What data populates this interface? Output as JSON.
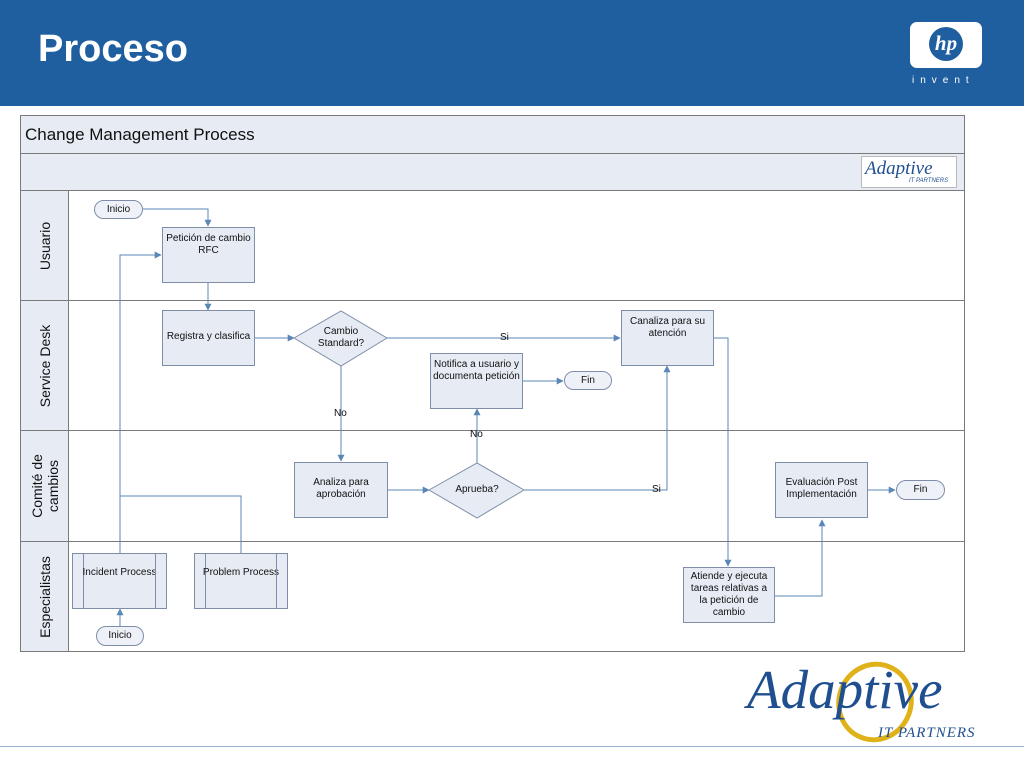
{
  "header": {
    "title": "Proceso"
  },
  "hp_logo": {
    "mark": "hp",
    "tagline": "invent"
  },
  "diagram": {
    "process_title": "Change Management Process",
    "small_logo": {
      "name": "Adaptive",
      "sub": "IT PARTNERS"
    },
    "lanes": [
      "Usuario",
      "Service Desk",
      "Comité de cambios",
      "Especialistas"
    ],
    "nodes": {
      "inicio_usuario": "Inicio",
      "peticion": "Petición de cambio RFC",
      "registra": "Registra y clasifica",
      "cambio_standard": "Cambio Standard?",
      "canaliza": "Canaliza para su atención",
      "notifica": "Notifica a usuario y documenta petición",
      "fin_service": "Fin",
      "analiza": "Analiza para aprobación",
      "aprueba": "Aprueba?",
      "evaluacion": "Evaluación Post Implementación",
      "fin_comite": "Fin",
      "incident": "Incident Process",
      "problem": "Problem Process",
      "inicio_especialistas": "Inicio",
      "atiende": "Atiende y ejecuta tareas relativas a la petición de cambio"
    },
    "edge_labels": {
      "si_1": "Si",
      "no_1": "No",
      "no_2": "No",
      "si_2": "Si"
    }
  },
  "footer_logo": {
    "name": "Adaptive",
    "sub": "IT PARTNERS"
  },
  "colors": {
    "header": "#1f5fa0",
    "lane_fill": "#e6ebf4",
    "connector": "#5b87b8",
    "logo_blue": "#1f4f8f",
    "logo_gold": "#e0b21a"
  }
}
